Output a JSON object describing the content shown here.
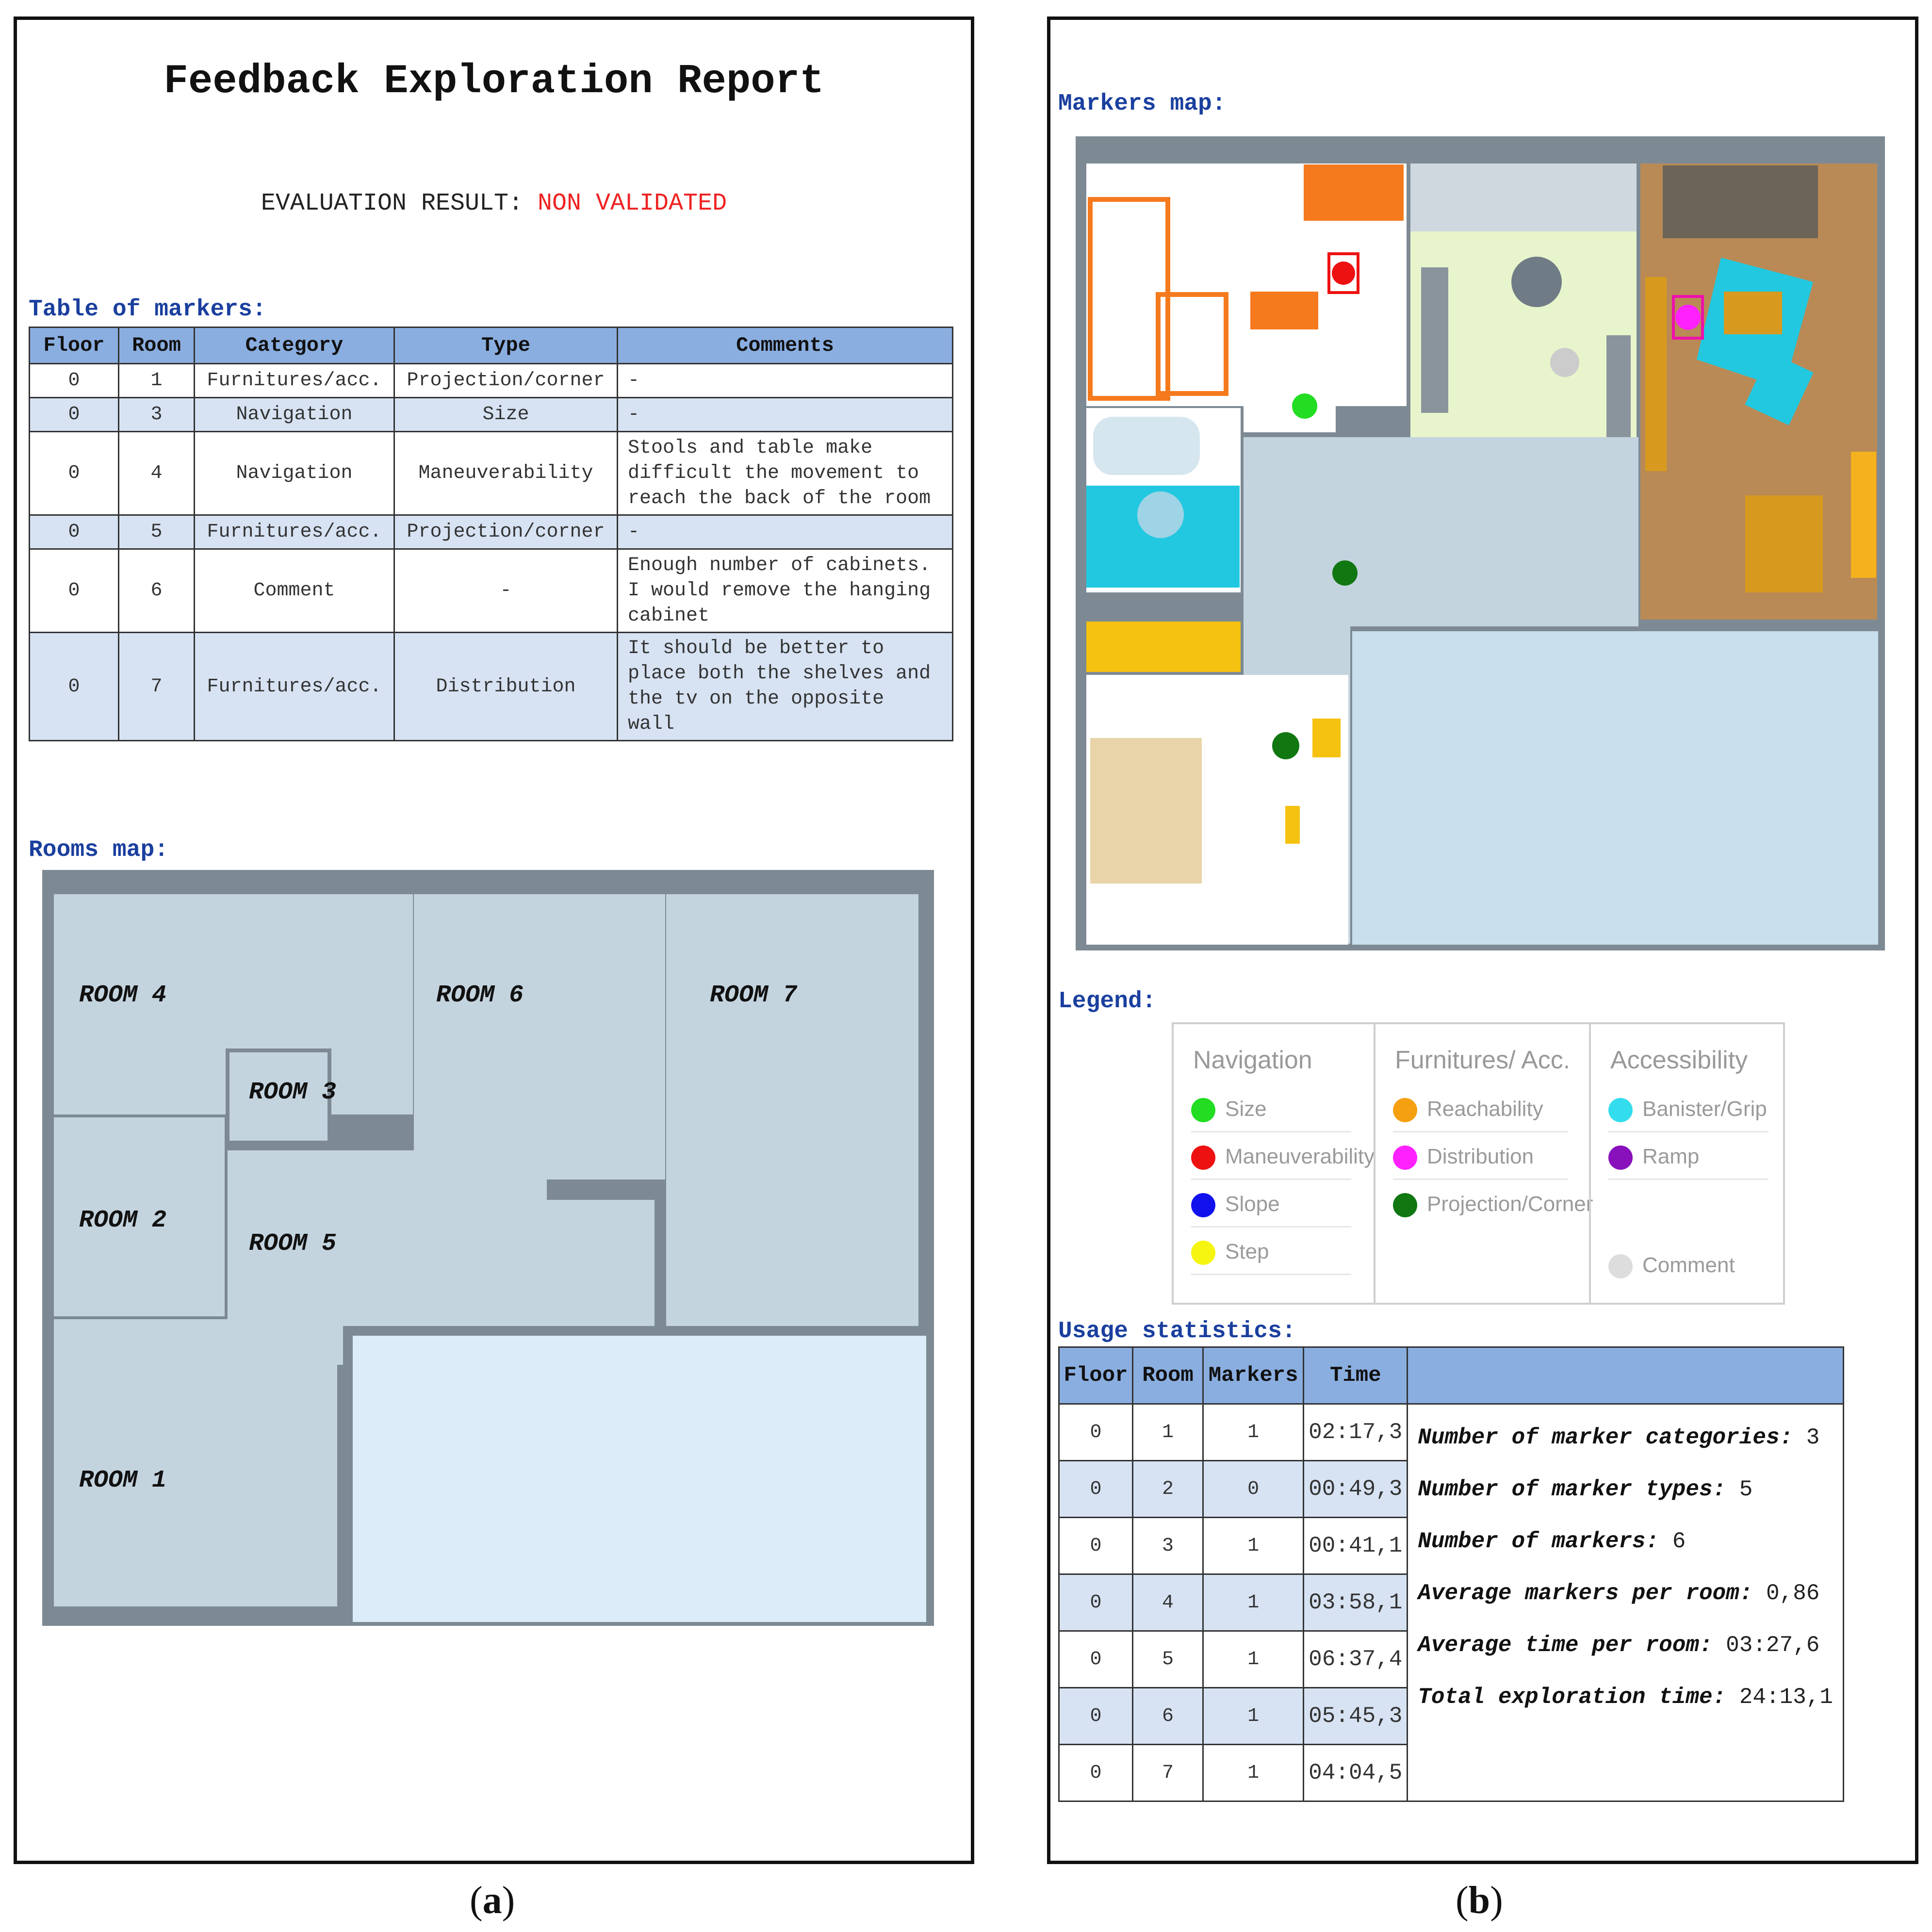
{
  "panel_a": {
    "title": "Feedback Exploration Report",
    "evaluation_label": "EVALUATION RESULT:",
    "evaluation_value": "NON VALIDATED",
    "markers_table_label": "Table of markers:",
    "markers_table": {
      "headers": [
        "Floor",
        "Room",
        "Category",
        "Type",
        "Comments"
      ],
      "rows": [
        [
          "0",
          "1",
          "Furnitures/acc.",
          "Projection/corner",
          "-"
        ],
        [
          "0",
          "3",
          "Navigation",
          "Size",
          "-"
        ],
        [
          "0",
          "4",
          "Navigation",
          "Maneuverability",
          "Stools and table make difficult the movement to reach the back of the room"
        ],
        [
          "0",
          "5",
          "Furnitures/acc.",
          "Projection/corner",
          "-"
        ],
        [
          "0",
          "6",
          "Comment",
          "-",
          "Enough number of cabinets. I would remove the hanging cabinet"
        ],
        [
          "0",
          "7",
          "Furnitures/acc.",
          "Distribution",
          "It should be better to place both the shelves and the tv on the opposite wall"
        ]
      ]
    },
    "rooms_map_label": "Rooms map:",
    "rooms": [
      "ROOM 4",
      "ROOM 6",
      "ROOM 7",
      "ROOM 3",
      "ROOM 2",
      "ROOM 5",
      "ROOM 1"
    ],
    "caption": "a"
  },
  "panel_b": {
    "markers_map_label": "Markers map:",
    "legend_label": "Legend:",
    "legend": [
      {
        "heading": "Navigation",
        "items": [
          {
            "label": "Size",
            "color": "#22dd22"
          },
          {
            "label": "Maneuverability",
            "color": "#ee1111"
          },
          {
            "label": "Slope",
            "color": "#1111ee"
          },
          {
            "label": "Step",
            "color": "#f5f511"
          }
        ]
      },
      {
        "heading": "Furnitures/ Acc.",
        "items": [
          {
            "label": "Reachability",
            "color": "#f5a011"
          },
          {
            "label": "Distribution",
            "color": "#ff22ff"
          },
          {
            "label": "Projection/Corner",
            "color": "#117711"
          }
        ]
      },
      {
        "heading": "Accessibility",
        "items": [
          {
            "label": "Banister/Grip",
            "color": "#33ddee"
          },
          {
            "label": "Ramp",
            "color": "#8811bb"
          },
          {
            "label": "Comment",
            "color": "#dddddd"
          }
        ]
      }
    ],
    "usage_label": "Usage statistics:",
    "usage_table": {
      "headers": [
        "Floor",
        "Room",
        "Markers",
        "Time"
      ],
      "rows": [
        [
          "0",
          "1",
          "1",
          "02:17,3"
        ],
        [
          "0",
          "2",
          "0",
          "00:49,3"
        ],
        [
          "0",
          "3",
          "1",
          "00:41,1"
        ],
        [
          "0",
          "4",
          "1",
          "03:58,1"
        ],
        [
          "0",
          "5",
          "1",
          "06:37,4"
        ],
        [
          "0",
          "6",
          "1",
          "05:45,3"
        ],
        [
          "0",
          "7",
          "1",
          "04:04,5"
        ]
      ]
    },
    "summary": [
      {
        "label": "Number of marker categories:",
        "value": "3"
      },
      {
        "label": "Number of marker types:",
        "value": "5"
      },
      {
        "label": "Number of markers:",
        "value": "6"
      },
      {
        "label": "Average markers per room:",
        "value": "0,86"
      },
      {
        "label": "Average time per room:",
        "value": "03:27,6"
      },
      {
        "label": "Total exploration time:",
        "value": "24:13,1"
      }
    ],
    "caption": "b"
  }
}
